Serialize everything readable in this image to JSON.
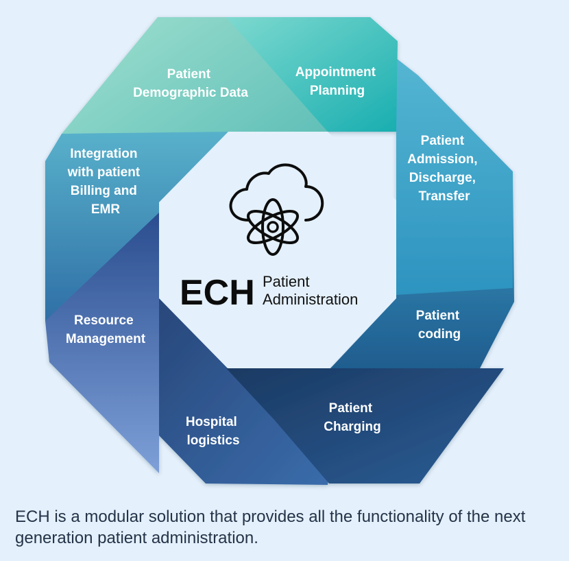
{
  "diagram": {
    "center": {
      "logo_text": "ECH",
      "subtitle_line1": "Patient",
      "subtitle_line2": "Administration",
      "icon": "cloud-atom-icon"
    },
    "segments": [
      {
        "id": "appointment-planning",
        "lines": [
          "Appointment",
          "Planning"
        ],
        "color": "#3fc4c2"
      },
      {
        "id": "patient-admission",
        "lines": [
          "Patient",
          "Admission,",
          "Discharge,",
          "Transfer"
        ],
        "color": "#3ba7cc"
      },
      {
        "id": "patient-coding",
        "lines": [
          "Patient",
          "coding"
        ],
        "color": "#2a7ca8"
      },
      {
        "id": "patient-charging",
        "lines": [
          "Patient",
          "Charging"
        ],
        "color": "#234a78"
      },
      {
        "id": "hospital-logistics",
        "lines": [
          "Hospital",
          "logistics"
        ],
        "color": "#2d5892"
      },
      {
        "id": "resource-management",
        "lines": [
          "Resource",
          "Management"
        ],
        "color": "#4a70be"
      },
      {
        "id": "integration",
        "lines": [
          "Integration",
          "with patient",
          "Billing and",
          "EMR"
        ],
        "color": "#3b8dba"
      },
      {
        "id": "demographic-data",
        "lines": [
          "Patient",
          "Demographic Data"
        ],
        "color": "#6fcbbd"
      }
    ]
  },
  "caption": "ECH is a modular solution that provides all the functionality of the next generation patient administration."
}
